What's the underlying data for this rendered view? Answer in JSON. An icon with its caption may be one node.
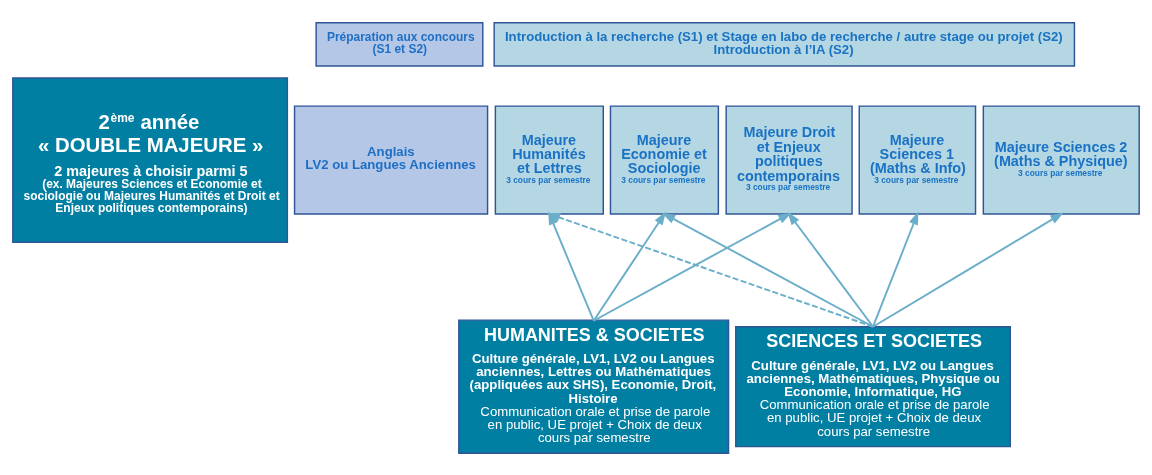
{
  "diagram": {
    "nodes": [
      {
        "text": [
          "2$^{ème}$ année « DOUBLE MAJEURE »",
          "2 majeures à choisir parmi 5",
          "(ex. Majeures Sciences et Economie et sociologie ou Majeures Humanités et Droit et Enjeux politiques contemporains)"
        ]
      },
      {
        "text": [
          "Préparation aux concours (S1 et S2)"
        ]
      },
      {
        "text": [
          "Introduction à la recherche (S1) et Stage en labo de recherche / autre stage ou projet (S2)",
          "Introduction à l’IA (S2)"
        ]
      },
      {
        "text": [
          "Anglais",
          "LV2 ou Langues Anciennes"
        ]
      },
      {
        "text": [
          "Majeure Humanités et Lettres",
          "3 cours par semestre"
        ]
      },
      {
        "text": [
          "Majeure Economie et Sociologie",
          "3 cours par semestre"
        ]
      },
      {
        "text": [
          "Majeure Droit et Enjeux politiques contemporains",
          "3 cours par semestre"
        ]
      },
      {
        "text": [
          "Majeure Sciences 1 (Maths & Info)",
          "3 cours par semestre"
        ]
      },
      {
        "text": [
          "Majeure Sciences 2 (Maths & Physique)",
          "3 cours par semestre"
        ]
      },
      {
        "text": [
          "HUMANITES & SOCIETES",
          "Culture générale, LV1, LV2 ou Langues anciennes, Lettres ou Mathématiques (appliquées aux SHS), Economie, Droit, Histoire",
          "Communication orale et prise de parole en public, UE projet + Choix de deux cours par semestre"
        ]
      },
      {
        "text": [
          "SCIENCES ET SOCIETES",
          "Culture générale, LV1, LV2 ou Langues anciennes, Mathématiques, Physique ou Economie, Informatique, HG",
          "Communication orale et prise de parole en public, UE projet + Choix de deux cours par semestre"
        ]
      }
    ],
    "edges": [
      {
        "from": 9,
        "to": 4,
        "arrow": "to"
      },
      {
        "from": 9,
        "to": 5,
        "arrow": "to"
      },
      {
        "from": 9,
        "to": 6,
        "arrow": "to"
      },
      {
        "from": 10,
        "to": 4,
        "arrow": "to",
        "style": "dashed"
      },
      {
        "from": 10,
        "to": 5,
        "arrow": "to"
      },
      {
        "from": 10,
        "to": 6,
        "arrow": "to"
      },
      {
        "from": 10,
        "to": 7,
        "arrow": "to"
      },
      {
        "from": 10,
        "to": 8,
        "arrow": "to"
      }
    ]
  }
}
